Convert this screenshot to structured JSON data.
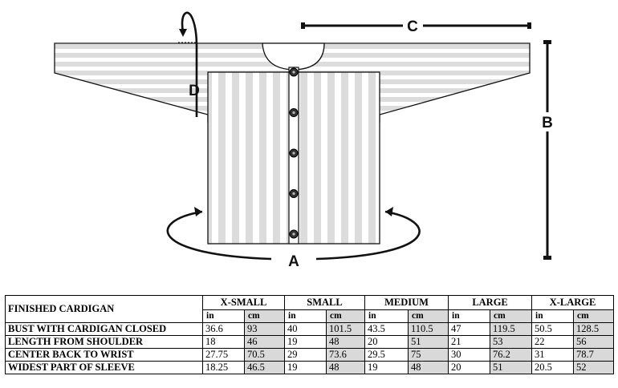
{
  "diagram": {
    "labels": {
      "a": "A",
      "b": "B",
      "c": "C",
      "d": "D"
    },
    "button_count": 5,
    "colors": {
      "stripe": "#dcdcdc",
      "outline": "#111111",
      "button": "#333333"
    }
  },
  "table": {
    "title": "FINISHED CARDIGAN",
    "sizes": [
      "X-SMALL",
      "SMALL",
      "MEDIUM",
      "LARGE",
      "X-LARGE"
    ],
    "units": [
      "in",
      "cm"
    ],
    "rows": [
      {
        "label": "BUST WITH CARDIGAN CLOSED",
        "values": [
          "36.6",
          "93",
          "40",
          "101.5",
          "43.5",
          "110.5",
          "47",
          "119.5",
          "50.5",
          "128.5"
        ]
      },
      {
        "label": "LENGTH FROM SHOULDER",
        "values": [
          "18",
          "46",
          "19",
          "48",
          "20",
          "51",
          "21",
          "53",
          "22",
          "56"
        ]
      },
      {
        "label": "CENTER BACK TO WRIST",
        "values": [
          "27.75",
          "70.5",
          "29",
          "73.6",
          "29.5",
          "75",
          "30",
          "76.2",
          "31",
          "78.7"
        ]
      },
      {
        "label": "WIDEST PART OF SLEEVE",
        "values": [
          "18.25",
          "46.5",
          "19",
          "48",
          "19",
          "48",
          "20",
          "51",
          "20.5",
          "52"
        ]
      }
    ]
  }
}
